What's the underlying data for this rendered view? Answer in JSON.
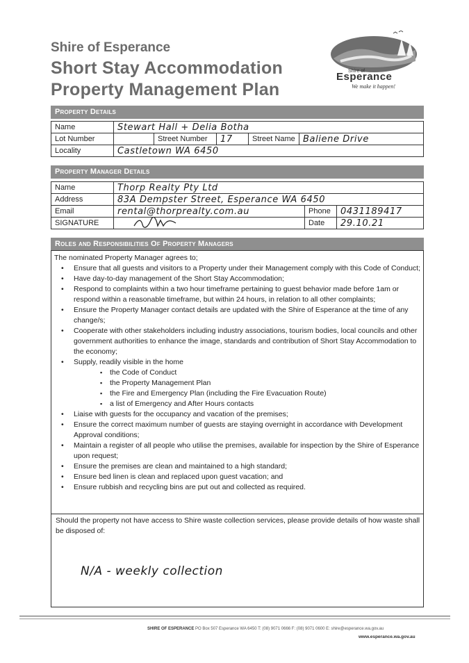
{
  "header": {
    "line1": "Shire of Esperance",
    "line2": "Short Stay Accommodation",
    "line3": "Property Management Plan"
  },
  "logo": {
    "shire_of": "Shire of",
    "name": "Esperance",
    "tagline": "We make it happen!",
    "icon": "landscape-logo-icon"
  },
  "property_details": {
    "heading": "Property Details",
    "name_label": "Name",
    "name_value": "Stewart Hall + Delia Botha",
    "lot_label": "Lot Number",
    "lot_value": "",
    "street_number_label": "Street Number",
    "street_number_value": "17",
    "street_name_label": "Street Name",
    "street_name_value": "Baliene Drive",
    "locality_label": "Locality",
    "locality_value": "Castletown WA 6450"
  },
  "manager_details": {
    "heading": "Property Manager Details",
    "name_label": "Name",
    "name_value": "Thorp Realty Pty Ltd",
    "address_label": "Address",
    "address_value": "83A Dempster Street, Esperance WA 6450",
    "email_label": "Email",
    "email_value": "rental@thorprealty.com.au",
    "phone_label": "Phone",
    "phone_value": "0431189417",
    "signature_label": "SIGNATURE",
    "date_label": "Date",
    "date_value": "29.10.21"
  },
  "roles": {
    "heading": "Roles and Responsibilities Of Property Managers",
    "intro": "The nominated Property Manager agrees to;",
    "items": [
      "Ensure that all guests and visitors to a Property under their Management comply with this Code of Conduct;",
      "Have day-to-day management of the Short Stay Accommodation;",
      "Respond to complaints within a two hour timeframe pertaining to guest behavior made before 1am or respond within a reasonable timeframe, but within 24 hours, in relation to all other complaints;",
      "Ensure the Property Manager contact details are updated with the Shire of Esperance at the time of any change/s;",
      "Cooperate with other stakeholders including industry associations, tourism bodies, local councils and other government authorities to enhance the image, standards and contribution of Short Stay Accommodation to the economy;",
      "Supply, readily visible in the home"
    ],
    "sub_items": [
      "the Code of Conduct",
      "the Property Management Plan",
      "the Fire and Emergency Plan (including the Fire Evacuation Route)",
      "a list of Emergency and After Hours contacts"
    ],
    "items2": [
      "Liaise with guests for the occupancy and vacation of the premises;",
      "Ensure the correct maximum number of guests are staying overnight in accordance with Development Approval conditions;",
      "Maintain a register of all people who utilise the premises, available for inspection by the Shire of Esperance upon request;",
      "Ensure the premises are clean and maintained to a high standard;",
      "Ensure bed linen is clean and replaced upon guest vacation; and",
      "Ensure rubbish and recycling bins are put out and collected as required."
    ]
  },
  "waste": {
    "question": "Should the property not have access to Shire waste collection services, please provide details of how waste shall be disposed of:",
    "answer": "N/A - weekly collection"
  },
  "footer": {
    "org": "SHIRE OF ESPERANCE",
    "details": "PO Box 507 Esperance WA 6450   T: (08) 9071 0666   F: (08) 9071 0600   E: shire@esperance.wa.gov.au",
    "website": "www.esperance.wa.gov.au"
  }
}
